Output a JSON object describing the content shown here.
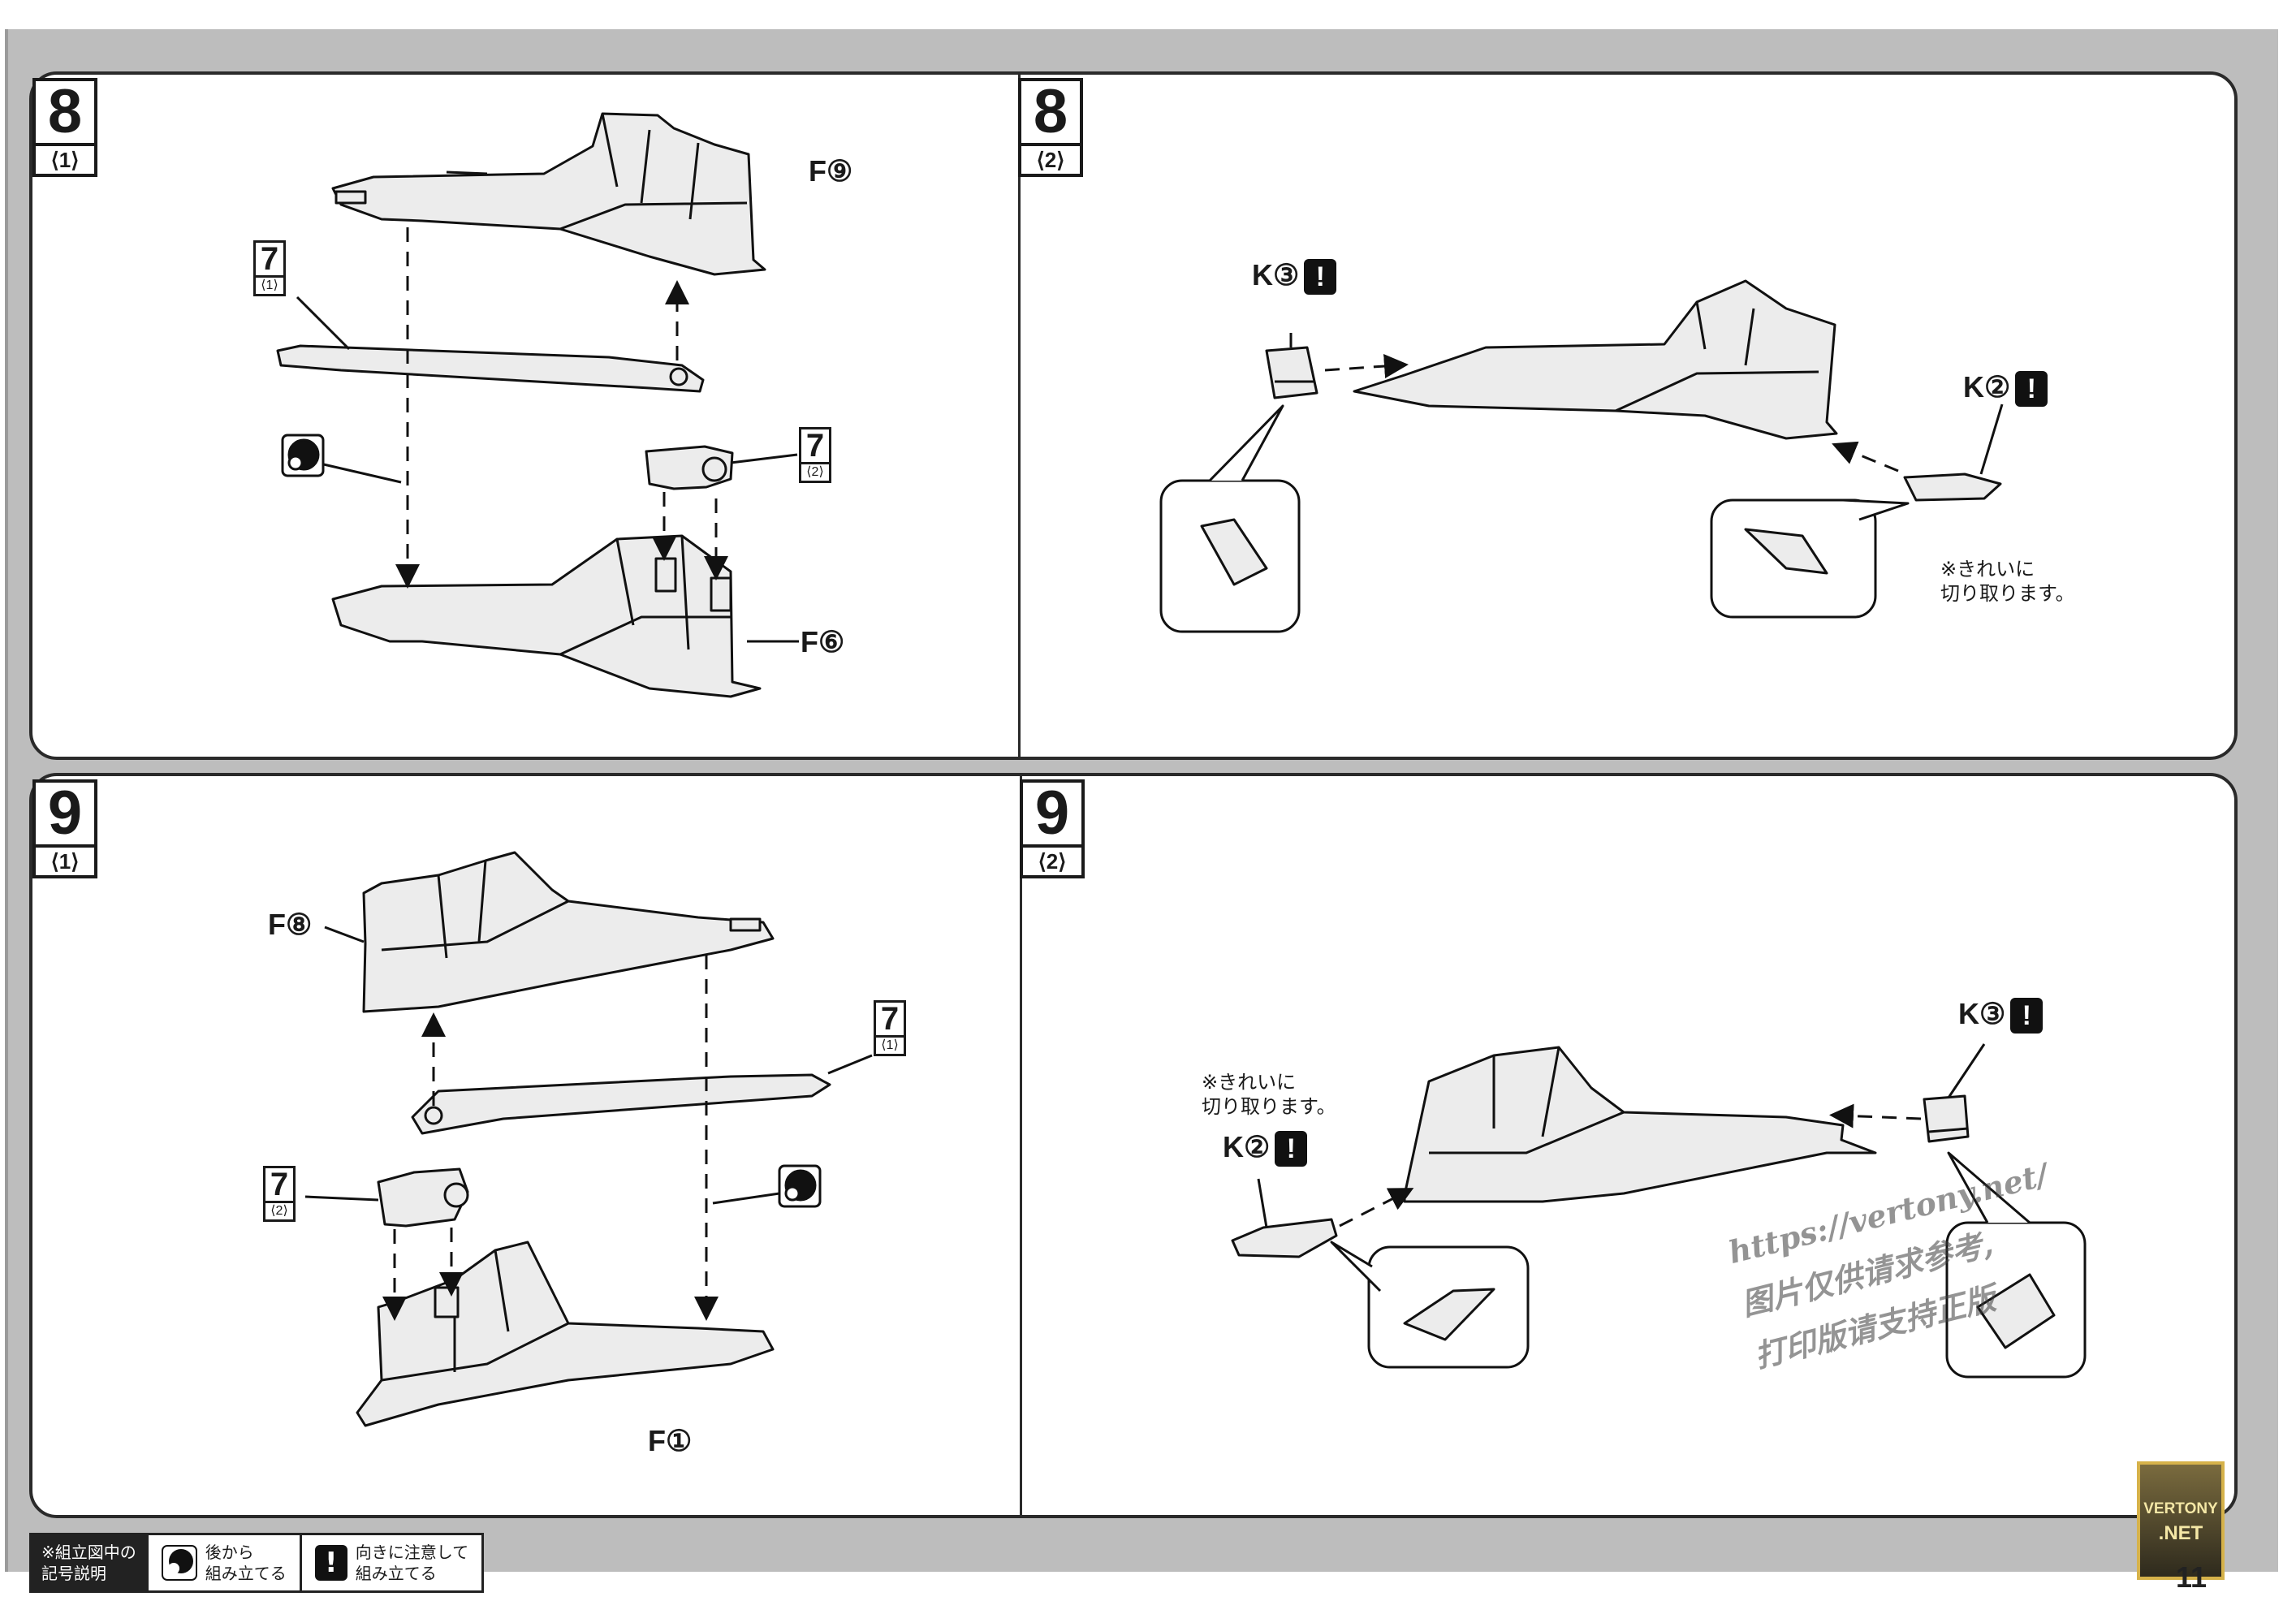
{
  "panels": {
    "step8_1": {
      "number": "8",
      "sub": "⟨1⟩",
      "labels": {
        "top_part": "F⑨",
        "bottom_part": "F⑥"
      },
      "refs": [
        {
          "n": "7",
          "s": "⟨1⟩"
        },
        {
          "n": "7",
          "s": "⟨2⟩"
        }
      ]
    },
    "step8_2": {
      "number": "8",
      "sub": "⟨2⟩",
      "labels": {
        "left_part": "K③",
        "right_part": "K②"
      },
      "note": "※きれいに\n切り取ります。"
    },
    "step9_1": {
      "number": "9",
      "sub": "⟨1⟩",
      "labels": {
        "top_part": "F⑧",
        "bottom_part": "F①"
      },
      "refs": [
        {
          "n": "7",
          "s": "⟨1⟩"
        },
        {
          "n": "7",
          "s": "⟨2⟩"
        }
      ]
    },
    "step9_2": {
      "number": "9",
      "sub": "⟨2⟩",
      "labels": {
        "right_part": "K③",
        "left_part": "K②"
      },
      "note": "※きれいに\n切り取ります。"
    }
  },
  "legend": {
    "title": "※組立図中の\n記号説明",
    "items": [
      {
        "icon": "assemble-later-icon",
        "text": "後から\n組み立てる"
      },
      {
        "icon": "caution-direction-icon",
        "symbol": "!",
        "text": "向きに注意して\n組み立てる"
      }
    ]
  },
  "excl_symbol": "!",
  "logo": {
    "line1": "VERTONY",
    "line2": ".NET"
  },
  "page_number": "11",
  "watermark": {
    "url": "https://vertony.net/",
    "line1": "图片仅供请求参考,",
    "line2": "打印版请支持正版"
  },
  "colors": {
    "frame": "#bdbdbd",
    "border": "#2a2a2a",
    "part_fill": "#e9e9e9"
  }
}
